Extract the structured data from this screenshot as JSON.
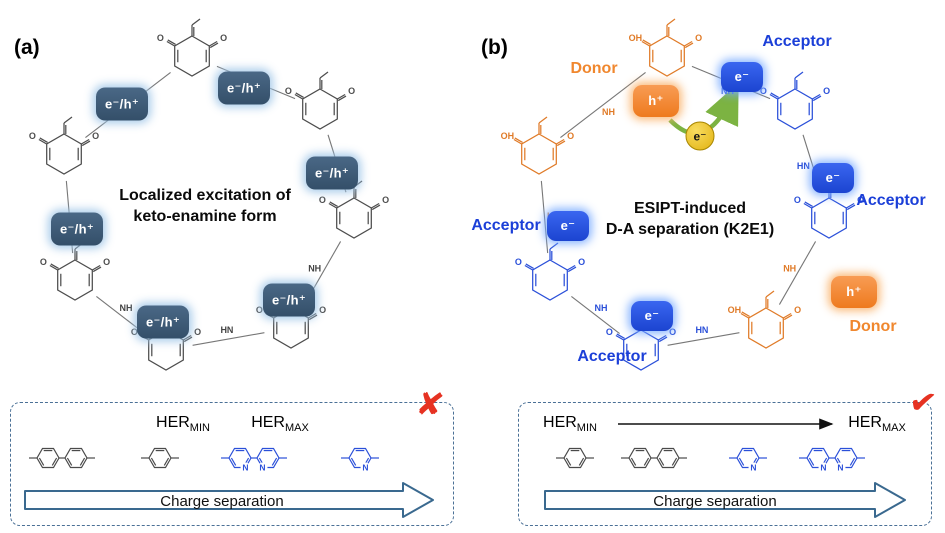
{
  "figure": {
    "panel_a": {
      "label": "(a)",
      "caption_line1": "Localized excitation of",
      "caption_line2": "keto-enamine form",
      "carrier_badge_text": "e⁻/h⁺",
      "badge_color": "#3d5974",
      "bottom": {
        "her_min_base": "HER",
        "her_min_sub": "MIN",
        "her_max_base": "HER",
        "her_max_sub": "MAX",
        "arrow_label": "Charge separation",
        "verdict_mark": "✘",
        "verdict_color": "#e63222"
      }
    },
    "panel_b": {
      "label": "(b)",
      "caption_line1": "ESIPT-induced",
      "caption_line2": "D-A separation (K2E1)",
      "donor_label": "Donor",
      "acceptor_label": "Acceptor",
      "hole_badge_text": "h⁺",
      "electron_badge_text": "e⁻",
      "transfer_electron_text": "e⁻",
      "donor_color": "#f0872e",
      "acceptor_color": "#1b3fd8",
      "bottom": {
        "her_min_base": "HER",
        "her_min_sub": "MIN",
        "her_max_base": "HER",
        "her_max_sub": "MAX",
        "arrow_label": "Charge separation",
        "verdict_mark": "✔",
        "verdict_color": "#e63222"
      }
    },
    "atoms": {
      "o": "O",
      "oh": "OH",
      "nh": "NH",
      "hn": "HN",
      "n": "N"
    }
  }
}
